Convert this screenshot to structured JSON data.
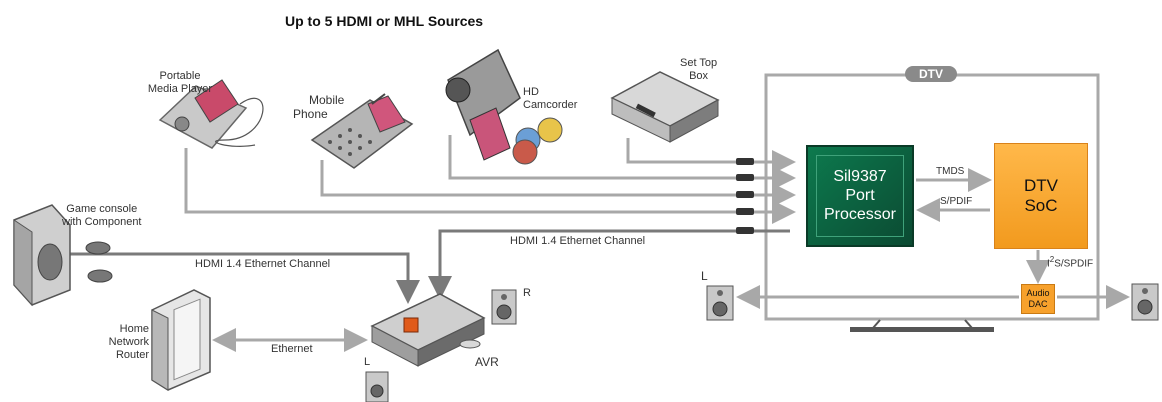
{
  "title": "Up to 5 HDMI or MHL Sources",
  "dtv_badge": "DTV",
  "chip": {
    "line1": "Sil9387",
    "line2": "Port",
    "line3": "Processor"
  },
  "soc": {
    "line1": "DTV",
    "line2": "SoC"
  },
  "dac": {
    "line1": "Audio",
    "line2": "DAC"
  },
  "labels": {
    "pmp1": "Portable",
    "pmp2": "Media Player",
    "phone1": "Mobile",
    "phone2": "Phone",
    "cam1": "HD",
    "cam2": "Camcorder",
    "stb1": "Set Top",
    "stb2": "Box",
    "game1": "Game console",
    "game2": "with Component",
    "router1": "Home",
    "router2": "Network",
    "router3": "Router",
    "hdmi_eth_left": "HDMI 1.4 Ethernet Channel",
    "hdmi_eth_right": "HDMI 1.4 Ethernet Channel",
    "ethernet": "Ethernet",
    "avr": "AVR",
    "tmds": "TMDS",
    "spdif": "S/PDIF",
    "i2s_i": "I",
    "i2s_2": "2",
    "i2s_rest": "S/SPDIF",
    "spk_r": "R",
    "spk_l_avr": "L",
    "spk_l_dtv": "L"
  },
  "colors": {
    "chip": "#0b5e3c",
    "soc": "#f7a12c",
    "lines": "#a8a8a8",
    "dtv_frame": "#a9a9a9"
  }
}
